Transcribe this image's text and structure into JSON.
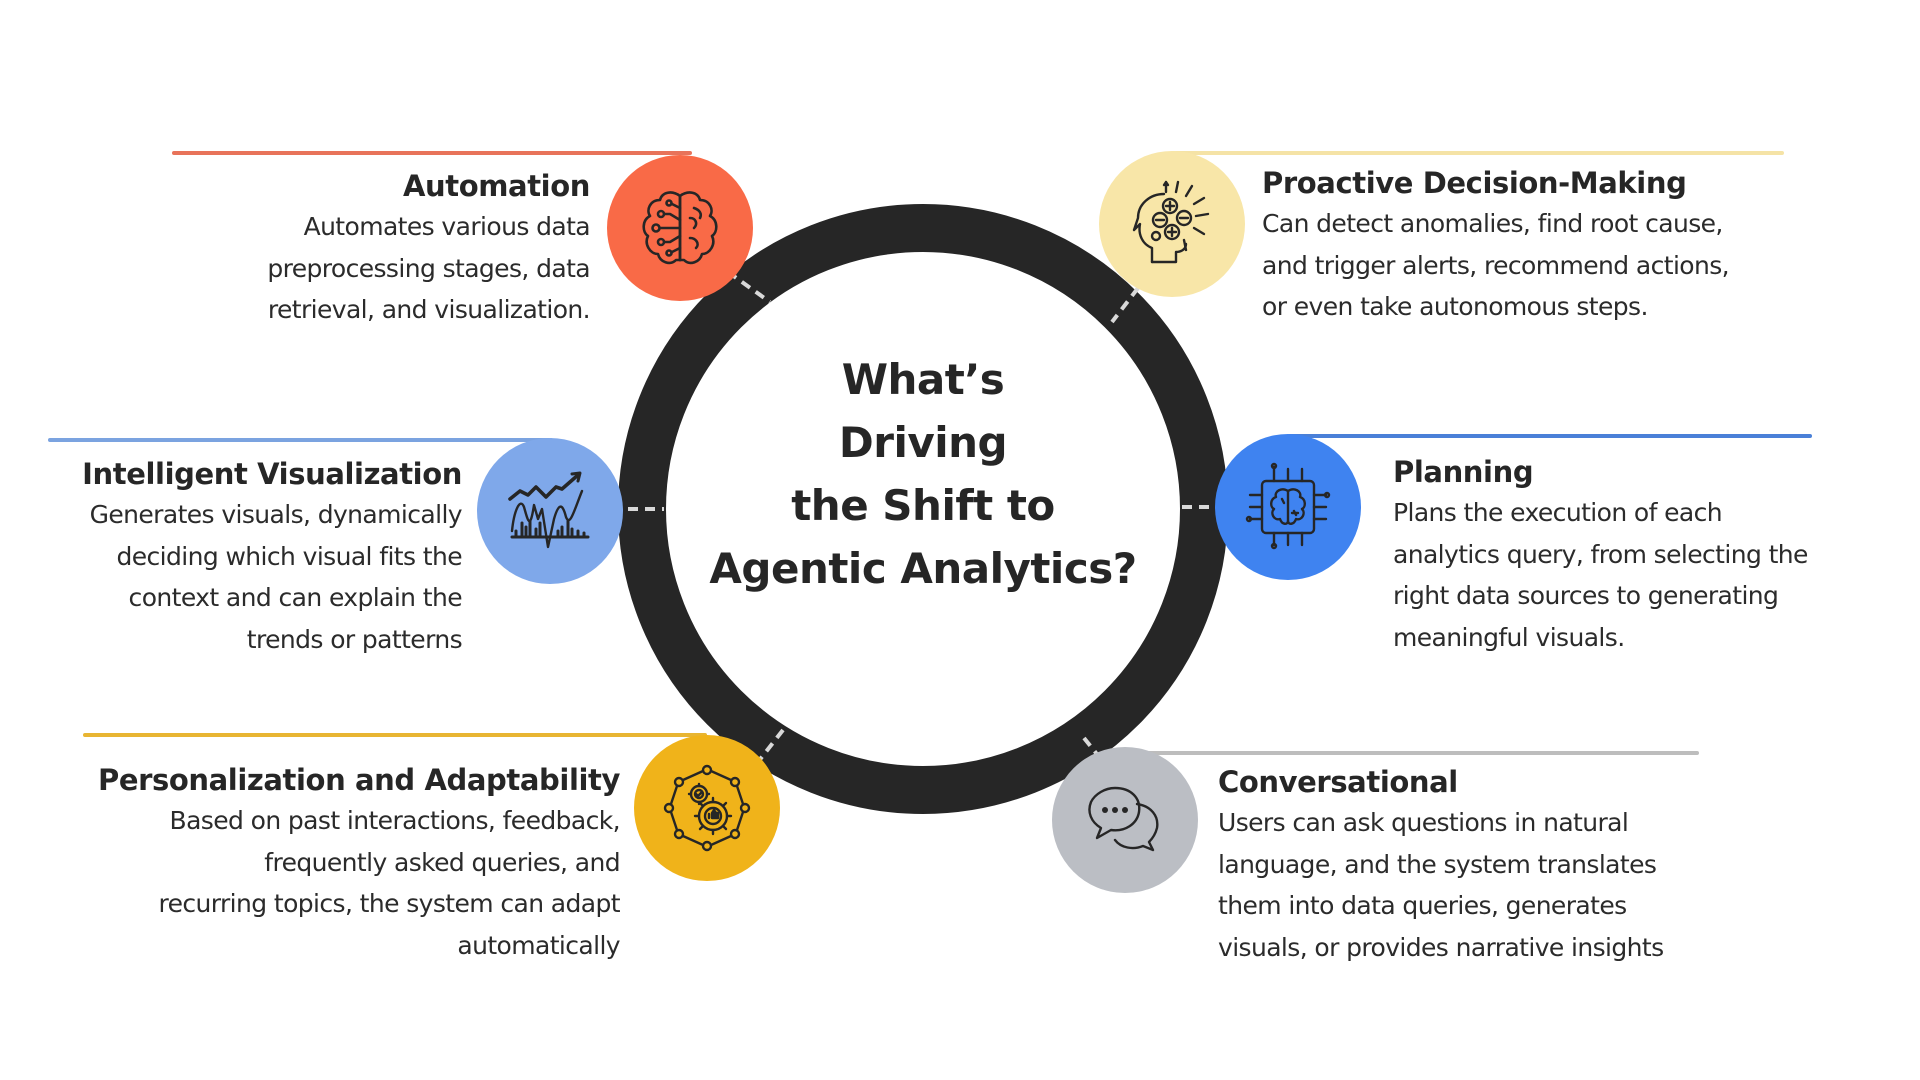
{
  "center": {
    "title_lines": [
      "What’s",
      "Driving",
      "the Shift to",
      "Agentic Analytics?"
    ],
    "ring_color": "#262626",
    "dash_color": "#d9d9d9"
  },
  "nodes": [
    {
      "id": "automation",
      "title": "Automation",
      "desc_lines": [
        "Automates various data",
        "preprocessing stages, data",
        "retrieval, and visualization."
      ],
      "icon": "brain-circuit-icon",
      "circle_color": "#F96A47",
      "line_color": "#E8735A"
    },
    {
      "id": "proactive",
      "title": "Proactive Decision-Making",
      "desc_lines": [
        "Can detect anomalies, find root cause,",
        "and trigger alerts, recommend actions,",
        "or even take autonomous steps."
      ],
      "icon": "head-decision-icon",
      "circle_color": "#F8E6A8",
      "line_color": "#F5E3A6"
    },
    {
      "id": "intelligent-visualization",
      "title": "Intelligent Visualization",
      "desc_lines": [
        "Generates visuals, dynamically",
        "deciding which visual fits the",
        "context and can explain the",
        "trends or patterns"
      ],
      "icon": "trend-chart-icon",
      "circle_color": "#7FA8EA",
      "line_color": "#7BA3E0"
    },
    {
      "id": "planning",
      "title": "Planning",
      "desc_lines": [
        "Plans the execution of each",
        "analytics query, from selecting the",
        "right data sources to generating",
        "meaningful visuals."
      ],
      "icon": "brain-chip-icon",
      "circle_color": "#3F83F0",
      "line_color": "#4A80D8"
    },
    {
      "id": "personalization",
      "title": "Personalization and Adaptability",
      "desc_lines": [
        "Based on past interactions, feedback,",
        "frequently asked queries, and",
        "recurring topics, the system can adapt",
        "automatically"
      ],
      "icon": "gears-network-icon",
      "circle_color": "#F0B31A",
      "line_color": "#E8B532"
    },
    {
      "id": "conversational",
      "title": "Conversational",
      "desc_lines": [
        "Users can ask questions in natural",
        "language, and the system translates",
        "them into data queries, generates",
        "visuals, or provides narrative insights"
      ],
      "icon": "chat-bubbles-icon",
      "circle_color": "#BBBEC4",
      "line_color": "#BDBDBD"
    }
  ]
}
